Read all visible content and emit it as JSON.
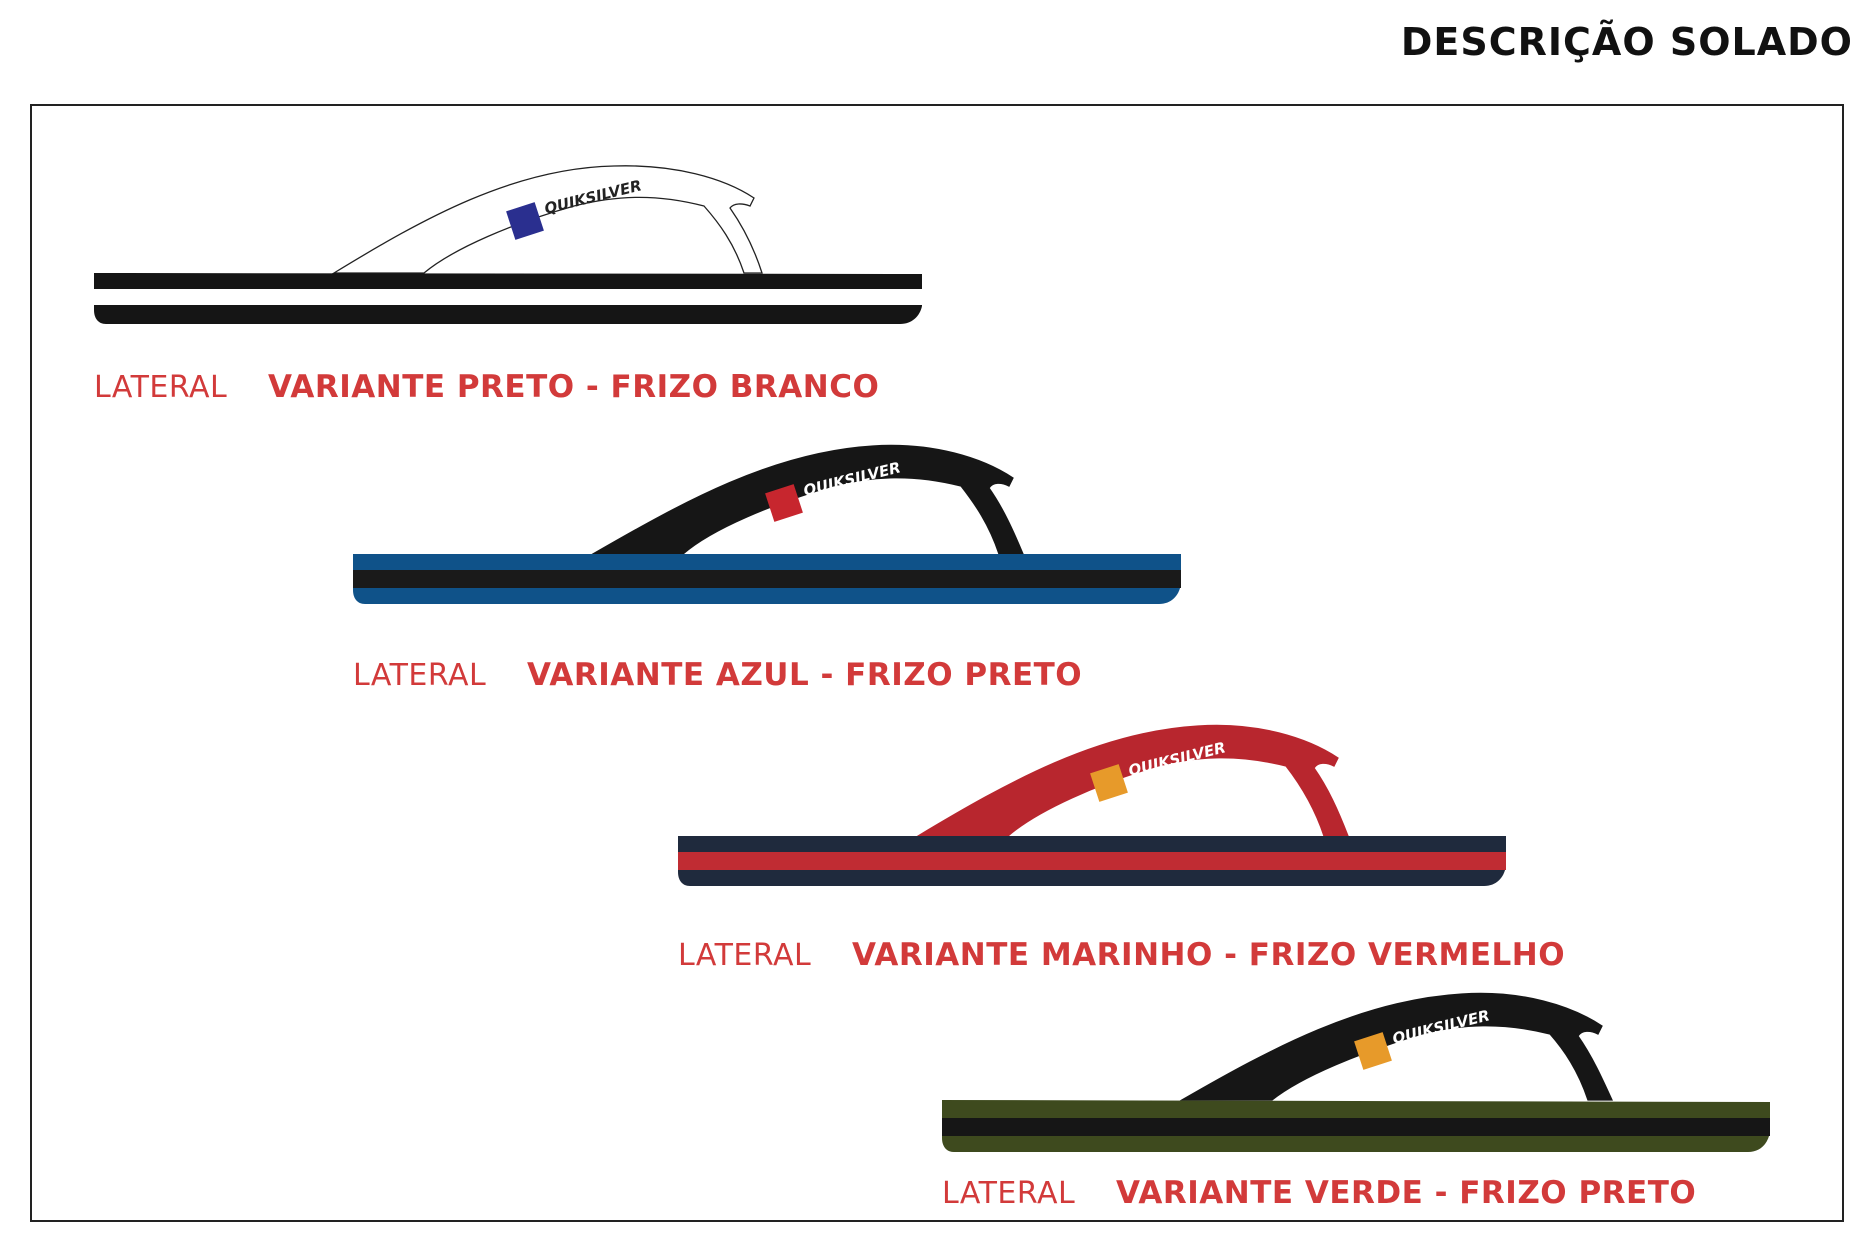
{
  "title": "DESCRIÇÃO SOLADO",
  "brand_text": "QUIKSILVER",
  "variants": [
    {
      "view_label": "LATERAL",
      "name": "VARIANTE PRETO - FRIZO BRANCO",
      "colors": {
        "sole": "#151515",
        "stripe": "#ffffff",
        "strap": "#ffffff",
        "strap_outline": "#222222",
        "brand": "#222222",
        "badge": "#2a2f8f"
      }
    },
    {
      "view_label": "LATERAL",
      "name": "VARIANTE AZUL - FRIZO PRETO",
      "colors": {
        "sole": "#0f5289",
        "stripe": "#1a1a1a",
        "strap": "#161616",
        "strap_outline": "#161616",
        "brand": "#ffffff",
        "badge": "#c7262e"
      }
    },
    {
      "view_label": "LATERAL",
      "name": "VARIANTE MARINHO - FRIZO VERMELHO",
      "colors": {
        "sole": "#1f2a3d",
        "stripe": "#c02c33",
        "strap": "#b8262e",
        "strap_outline": "#b8262e",
        "brand": "#ffffff",
        "badge": "#e79a2a"
      }
    },
    {
      "view_label": "LATERAL",
      "name": "VARIANTE VERDE - FRIZO PRETO",
      "colors": {
        "sole": "#3e4a1e",
        "stripe": "#161616",
        "strap": "#161616",
        "strap_outline": "#161616",
        "brand": "#ffffff",
        "badge": "#e79a2a"
      }
    }
  ]
}
